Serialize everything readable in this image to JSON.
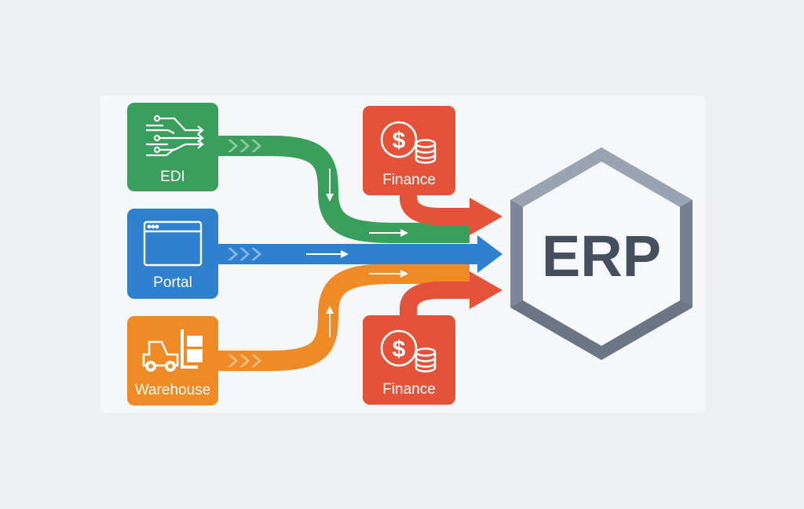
{
  "colors": {
    "edi": "#3a9f5c",
    "portal": "#2f80cf",
    "warehouse": "#f08a24",
    "finance": "#e5523a",
    "erp_hex": "#6f7a8a",
    "erp_text": "#454f5e"
  },
  "sources": [
    {
      "label": "EDI",
      "icon": "network-icon"
    },
    {
      "label": "Portal",
      "icon": "browser-window-icon"
    },
    {
      "label": "Warehouse",
      "icon": "forklift-icon"
    }
  ],
  "finance_boxes": [
    {
      "label": "Finance",
      "icon": "dollar-coins-icon"
    },
    {
      "label": "Finance",
      "icon": "dollar-coins-icon"
    }
  ],
  "target": {
    "label": "ERP",
    "shape": "hexagon"
  }
}
